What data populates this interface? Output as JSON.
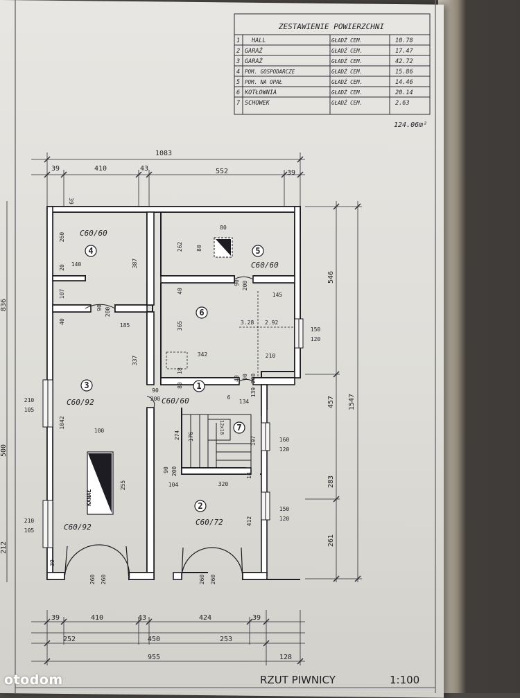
{
  "table": {
    "title": "ZESTAWIENIE POWIERZCHNI",
    "rows": [
      {
        "no": "1",
        "name": "HALL",
        "finish": "GŁADŹ CEM.",
        "area": "10.78"
      },
      {
        "no": "2",
        "name": "GARAŻ",
        "finish": "GŁADŹ CEM.",
        "area": "17.47"
      },
      {
        "no": "3",
        "name": "GARAŻ",
        "finish": "GŁADŹ CEM.",
        "area": "42.72"
      },
      {
        "no": "4",
        "name": "POM. GOSPODARCZE",
        "finish": "GŁADŹ CEM.",
        "area": "15.86"
      },
      {
        "no": "5",
        "name": "POM. NA OPAŁ",
        "finish": "GŁADŹ CEM.",
        "area": "14.46"
      },
      {
        "no": "6",
        "name": "KOTŁOWNIA",
        "finish": "GŁADŹ CEM.",
        "area": "20.14"
      },
      {
        "no": "7",
        "name": "SCHOWEK",
        "finish": "GŁADŹ CEM.",
        "area": "2.63"
      }
    ],
    "total": "124.06m²"
  },
  "plan": {
    "title": "RZUT PIWNICY",
    "scale": "1:100",
    "rooms": {
      "r1": "1",
      "r2": "2",
      "r3": "3",
      "r4": "4",
      "r5": "5",
      "r6": "6",
      "r7": "7"
    },
    "room_notes": {
      "c4": "C60/60",
      "c5": "C60/60",
      "c1": "C60/60",
      "c3a": "C60/92",
      "c3b": "C60/92",
      "c2": "C60/72",
      "kanal": "KANAŁ",
      "d328": "3.28",
      "d292": "2.92",
      "d12": "12x18"
    },
    "top_dims": {
      "overall": "1083",
      "a": "39",
      "b": "410",
      "c": "43",
      "d": "552",
      "e": "39"
    },
    "bottom_dims": {
      "a": "39",
      "b": "410",
      "c": "43",
      "d": "424",
      "e": "39",
      "f": "252",
      "g": "450",
      "h": "253",
      "total": "955",
      "i": "128"
    },
    "right_dims": {
      "a": "546",
      "b": "457",
      "c": "1547",
      "d": "283",
      "e": "261"
    },
    "left_dims": {
      "a": "836",
      "b": "500",
      "c": "212",
      "d": "39"
    },
    "inner_dims": {
      "d1": "39",
      "d2": "260",
      "d3": "387",
      "d4": "140",
      "d5": "20",
      "d6": "107",
      "d7": "40",
      "d8": "90",
      "d9": "200",
      "d10": "185",
      "d11": "337",
      "d12": "80",
      "d13": "80",
      "d14": "262",
      "d15": "40",
      "d16": "90",
      "d17": "200",
      "d18": "145",
      "d19": "365",
      "d20": "150",
      "d21": "120",
      "d22": "342",
      "d23": "210",
      "d24": "18",
      "d25": "40",
      "d26": "90",
      "d27": "200",
      "d28": "80",
      "d29": "90",
      "d30": "200",
      "d31": "6",
      "d32": "134",
      "d33": "139",
      "d34": "274",
      "d35": "176",
      "d36": "197",
      "d37": "160",
      "d38": "120",
      "d39": "90",
      "d40": "200",
      "d41": "104",
      "d42": "320",
      "d43": "18",
      "d44": "100",
      "d45": "255",
      "d46": "1042",
      "d47": "210",
      "d48": "105",
      "d49": "210",
      "d50": "105",
      "d51": "150",
      "d52": "120",
      "d53": "412",
      "d54": "260",
      "d55": "260",
      "d56": "260",
      "d57": "260",
      "d58": "39"
    }
  },
  "watermark": "otodom"
}
